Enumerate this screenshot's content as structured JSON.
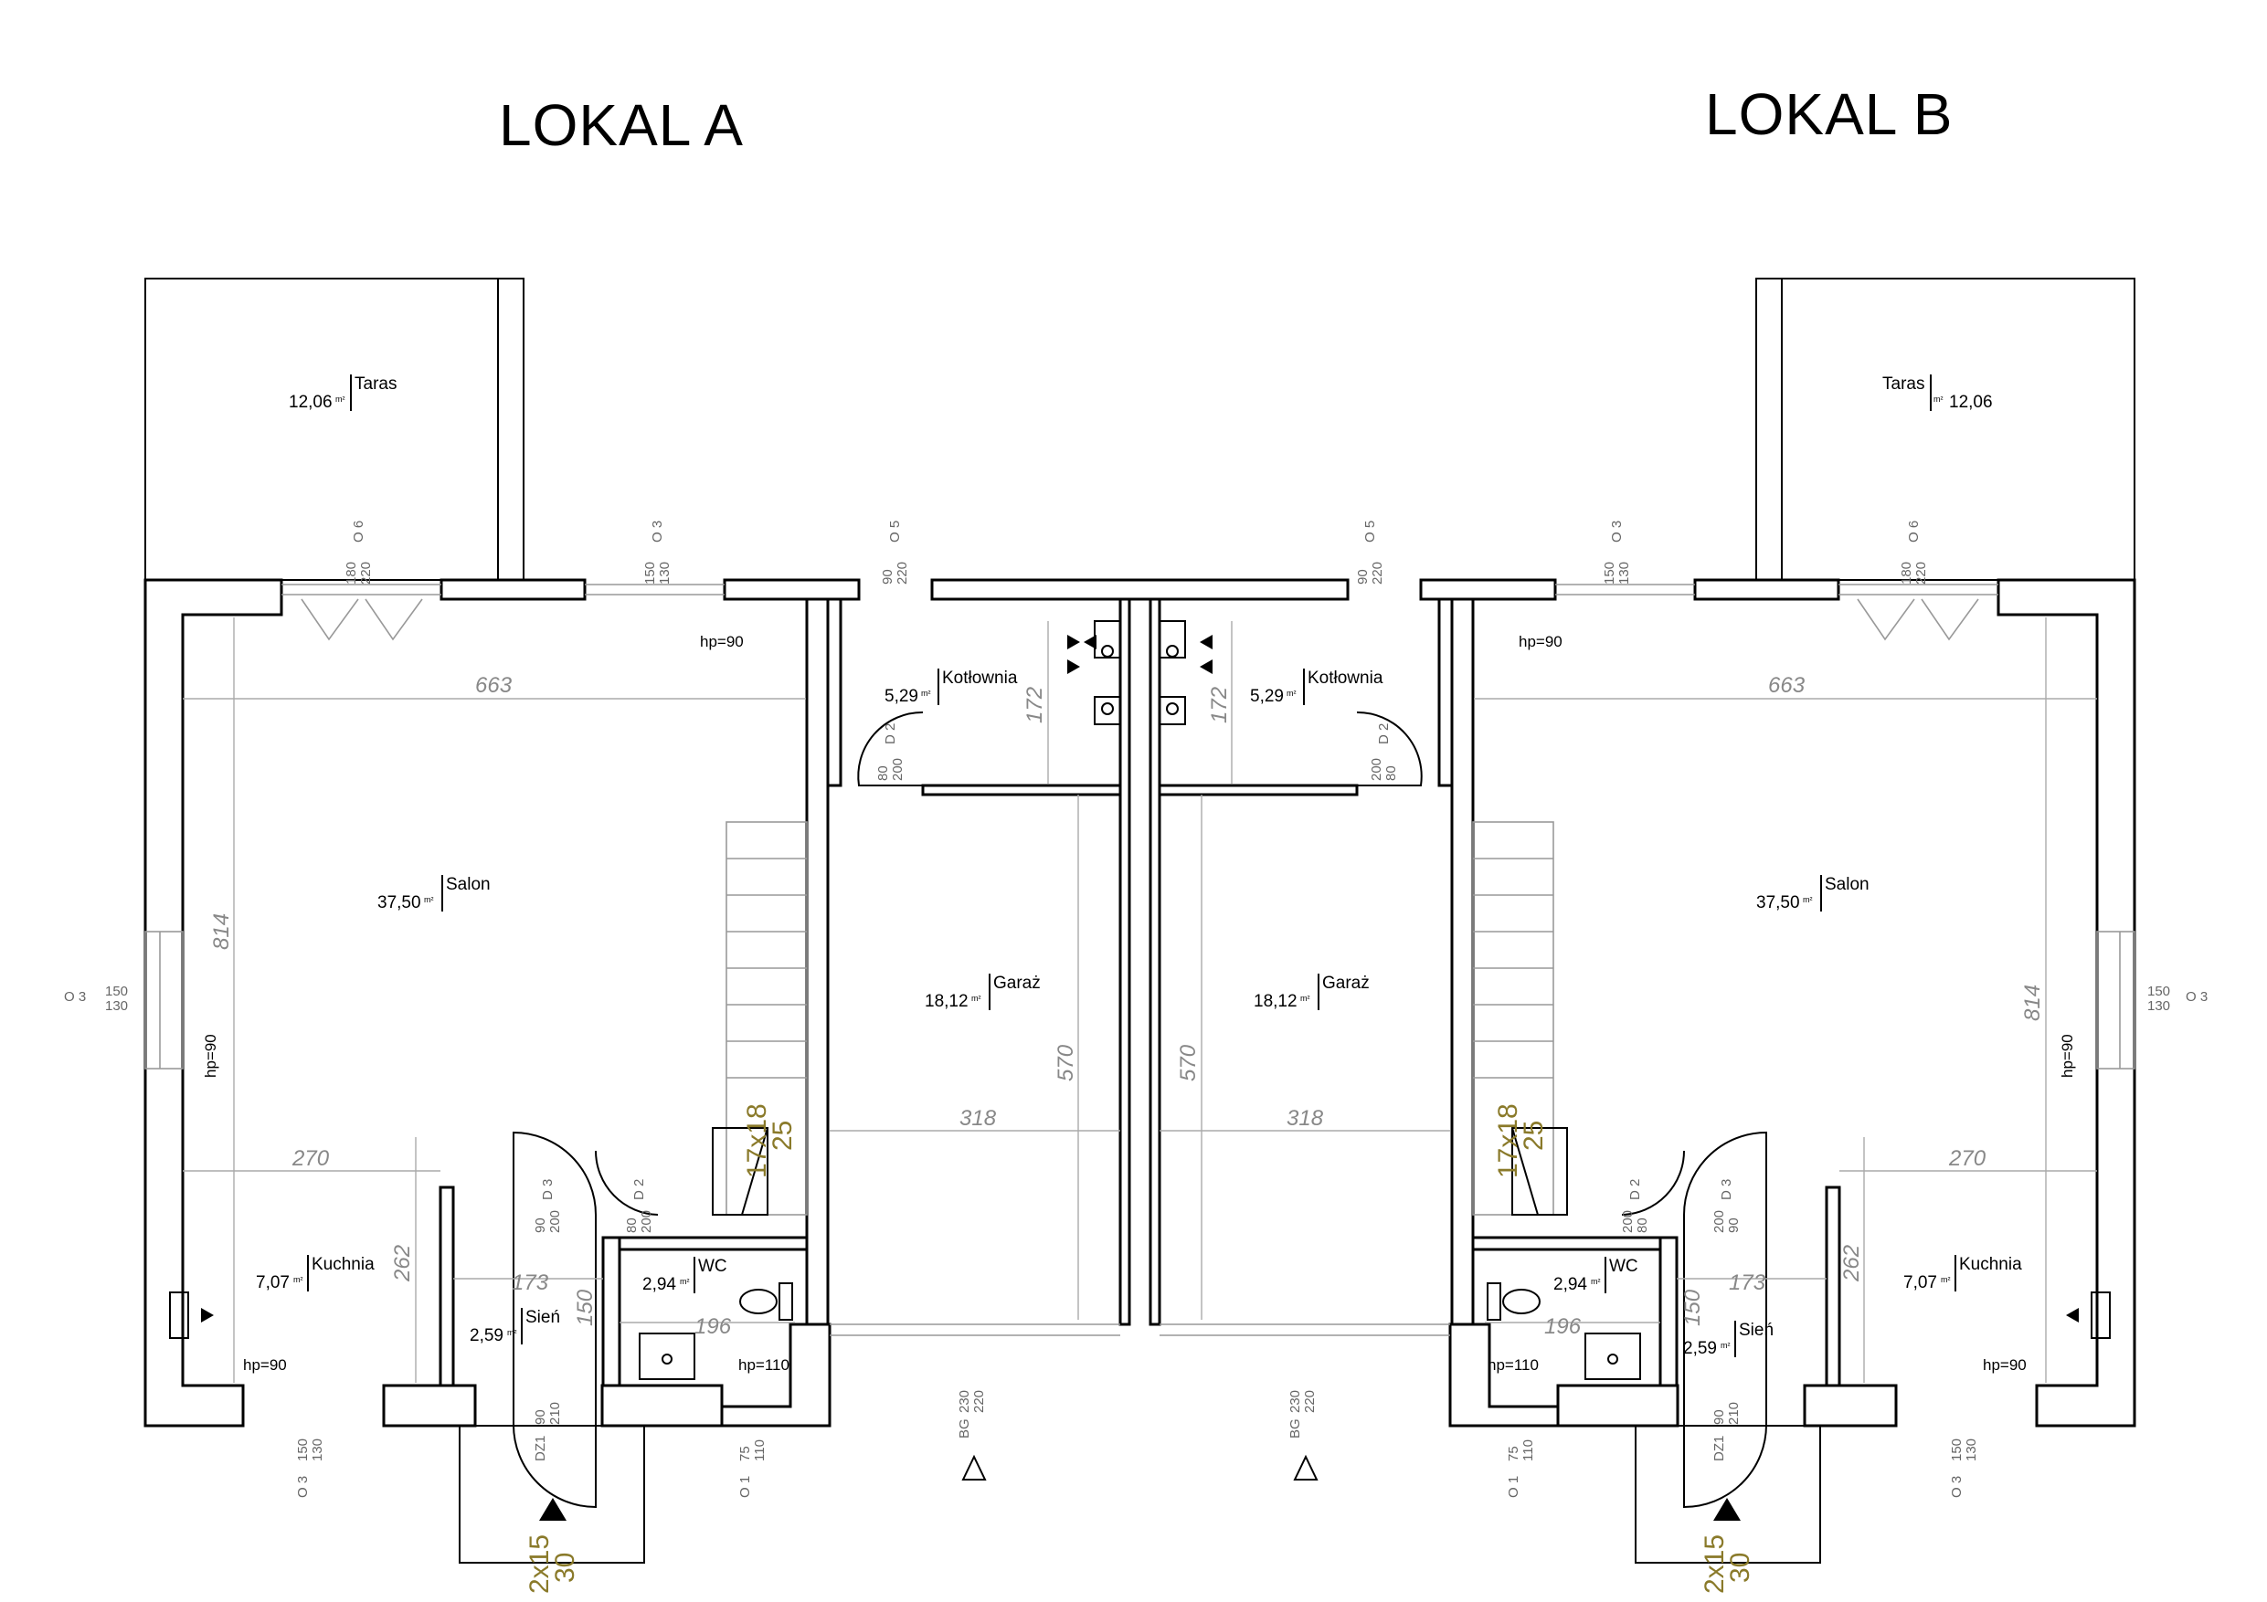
{
  "titles": {
    "a": "LOKAL A",
    "b": "LOKAL B"
  },
  "area_unit": "m²",
  "rooms": {
    "a_taras": {
      "name": "Taras",
      "area": "12,06"
    },
    "a_salon": {
      "name": "Salon",
      "area": "37,50"
    },
    "a_kotlownia": {
      "name": "Kotłownia",
      "area": "5,29"
    },
    "a_garaz": {
      "name": "Garaż",
      "area": "18,12"
    },
    "a_kuchnia": {
      "name": "Kuchnia",
      "area": "7,07"
    },
    "a_wc": {
      "name": "WC",
      "area": "2,94"
    },
    "a_sien": {
      "name": "Sień",
      "area": "2,59"
    },
    "b_taras": {
      "name": "Taras",
      "area": "12,06"
    },
    "b_salon": {
      "name": "Salon",
      "area": "37,50"
    },
    "b_kotlownia": {
      "name": "Kotłownia",
      "area": "5,29"
    },
    "b_garaz": {
      "name": "Garaż",
      "area": "18,12"
    },
    "b_kuchnia": {
      "name": "Kuchnia",
      "area": "7,07"
    },
    "b_wc": {
      "name": "WC",
      "area": "2,94"
    },
    "b_sien": {
      "name": "Sień",
      "area": "2,59"
    }
  },
  "dimensions": {
    "salon_width": "663",
    "salon_depth": "814",
    "kitchen_width": "270",
    "kitchen_depth": "262",
    "boiler_depth": "172",
    "garage_width": "318",
    "garage_depth": "570",
    "hall_width": "173",
    "hall_depth": "150",
    "wc_width": "196"
  },
  "openings": {
    "o6": "O 6",
    "o6_w": "180",
    "o6_h": "220",
    "o3": "O 3",
    "o3_w": "150",
    "o3_h": "130",
    "o5": "O 5",
    "o5_w": "90",
    "o5_h": "220",
    "o1": "O 1",
    "o1_w": "75",
    "o1_h": "110",
    "d2": "D 2",
    "d2_w": "80",
    "d2_h": "200",
    "d3": "D 3",
    "d3_w": "90",
    "d3_h": "200",
    "dz1": "DZ1",
    "dz1_w": "90",
    "dz1_h": "210",
    "bg": "BG",
    "bg_w": "230",
    "bg_h": "220"
  },
  "sill_heights": {
    "hp90": "hp=90",
    "hp110": "hp=110"
  },
  "stairs": {
    "steps": "17x18",
    "tread": "25",
    "entry_steps": "2x15",
    "entry_tread": "30"
  }
}
